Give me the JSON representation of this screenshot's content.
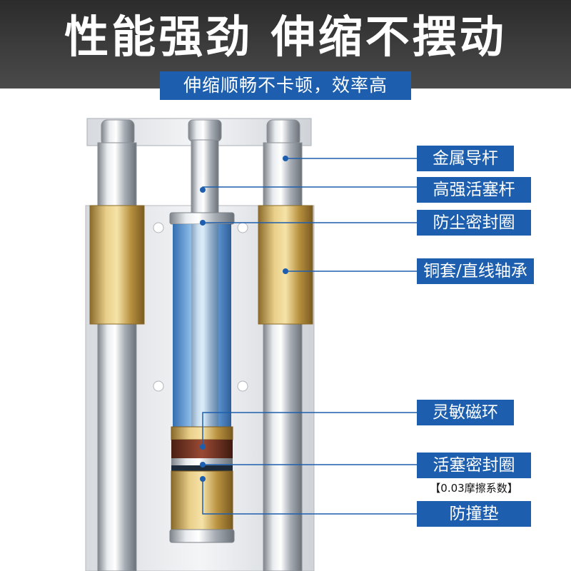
{
  "header": {
    "headline": "性能强劲  伸缩不摆动",
    "subline": "伸缩顺畅不卡顿，效率高"
  },
  "callouts": [
    {
      "label": "金属导杆"
    },
    {
      "label": "高强活塞杆"
    },
    {
      "label": "防尘密封圈"
    },
    {
      "label": "铜套/直线轴承"
    },
    {
      "label": "灵敏磁环"
    },
    {
      "label": "活塞密封圈"
    },
    {
      "label": "防撞垫"
    }
  ],
  "friction_note": "【0.03摩擦系数】",
  "colors": {
    "accent": "#1d5fae",
    "brass": "#c9a75a",
    "chrome": "#b9bec4"
  }
}
